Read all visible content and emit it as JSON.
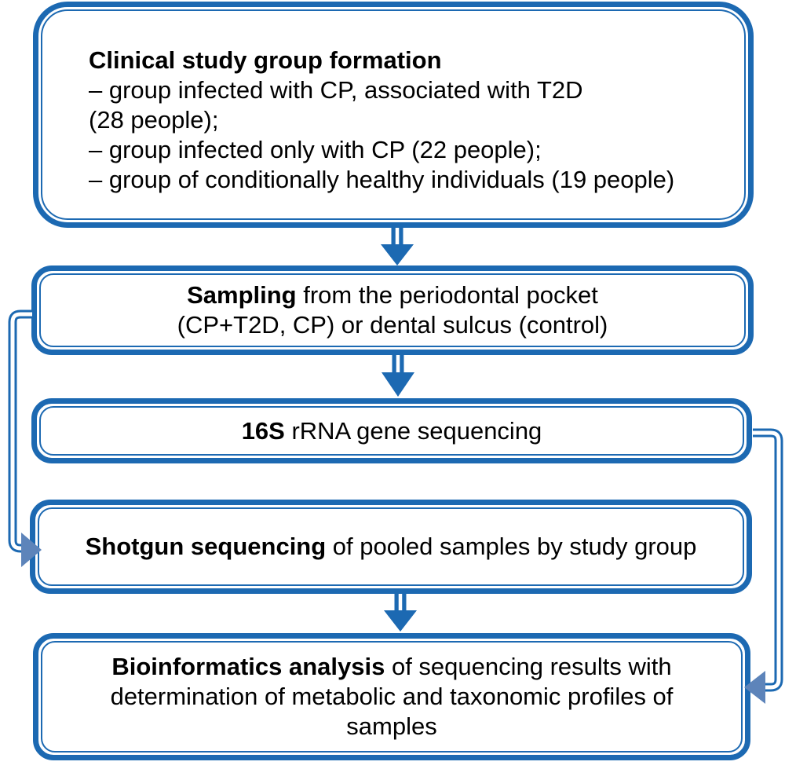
{
  "colors": {
    "line": "#1c69b2",
    "arrowhead": "#5d84ba"
  },
  "boxes": [
    {
      "name": "clinical-study-group-formation",
      "title": "Clinical study group formation",
      "lines": [
        "– group infected with CP, associated with T2D",
        "(28 people);",
        "– group infected only with CP (22 people);",
        "– group of conditionally healthy individuals (19 people)"
      ]
    },
    {
      "name": "sampling",
      "bold": "Sampling",
      "line1_rest": " from the periodontal pocket",
      "line2": "(CP+T2D, CP) or dental sulcus (control)"
    },
    {
      "name": "16s-rrna-sequencing",
      "bold": "16S",
      "rest": " rRNA gene sequencing"
    },
    {
      "name": "shotgun-sequencing",
      "bold": "Shotgun sequencing",
      "rest": " of pooled samples by study group"
    },
    {
      "name": "bioinformatics-analysis",
      "bold": "Bioinformatics analysis",
      "line1_rest": " of sequencing results with",
      "line2": "determination of metabolic and taxonomic profiles of",
      "line3": "samples"
    }
  ]
}
